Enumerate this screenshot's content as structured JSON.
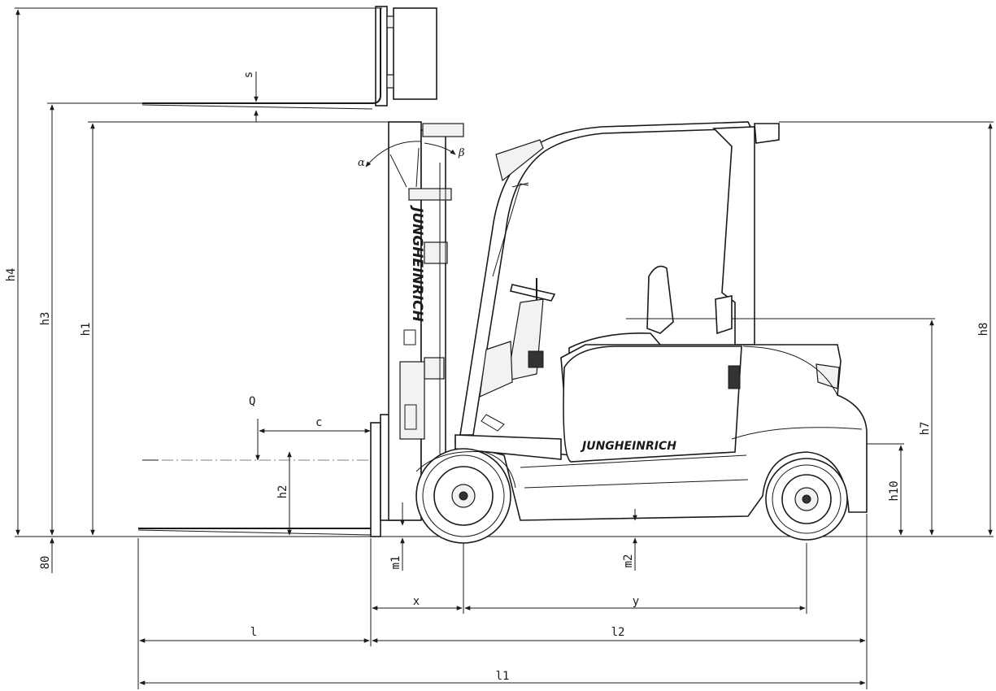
{
  "brand": {
    "mast_label": "JUNGHEINRICH",
    "counterweight_label": "JUNGHEINRICH"
  },
  "dimensions": {
    "h4": "h4",
    "h3": "h3",
    "h1": "h1",
    "h2": "h2",
    "h7": "h7",
    "h8": "h8",
    "h10": "h10",
    "s": "s",
    "c": "c",
    "Q": "Q",
    "m1": "m1",
    "m2": "m2",
    "ground_clearance": "80",
    "x": "x",
    "y": "y",
    "l": "l",
    "l2": "l2",
    "l1": "l1"
  },
  "angles": {
    "alpha": "α",
    "beta": "β"
  },
  "colors": {
    "line": "#1a1a1a",
    "background": "#ffffff"
  }
}
